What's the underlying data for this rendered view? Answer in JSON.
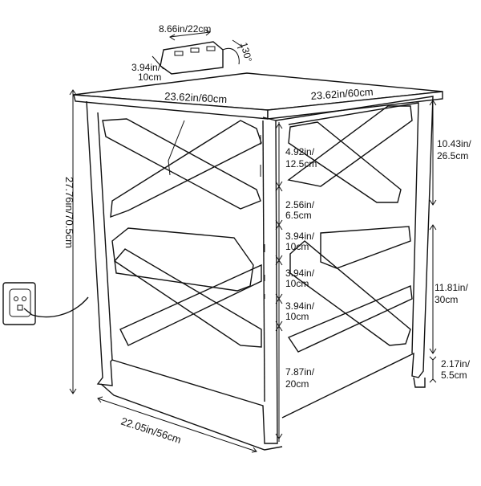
{
  "dimensions": {
    "outlet_width": "8.66in/22cm",
    "outlet_depth_line1": "3.94in/",
    "outlet_depth_line2": "10cm",
    "outlet_angle": "130°",
    "top_width": "23.62in/60cm",
    "top_depth": "23.62in/60cm",
    "total_height": "27.76in/70.5cm",
    "base_depth": "22.05in/56cm",
    "shelf1_line1": "4.92in/",
    "shelf1_line2": "12.5cm",
    "gap1_line1": "2.56in/",
    "gap1_line2": "6.5cm",
    "shelf2_line1": "3.94in/",
    "shelf2_line2": "10cm",
    "shelf3_line1": "3.94in/",
    "shelf3_line2": "10cm",
    "shelf4_line1": "3.94in/",
    "shelf4_line2": "10cm",
    "bottom_line1": "7.87in/",
    "bottom_line2": "20cm",
    "side_upper_line1": "10.43in/",
    "side_upper_line2": "26.5cm",
    "side_middle_line1": "11.81in/",
    "side_middle_line2": "30cm",
    "side_lower_line1": "2.17in/",
    "side_lower_line2": "5.5cm"
  }
}
